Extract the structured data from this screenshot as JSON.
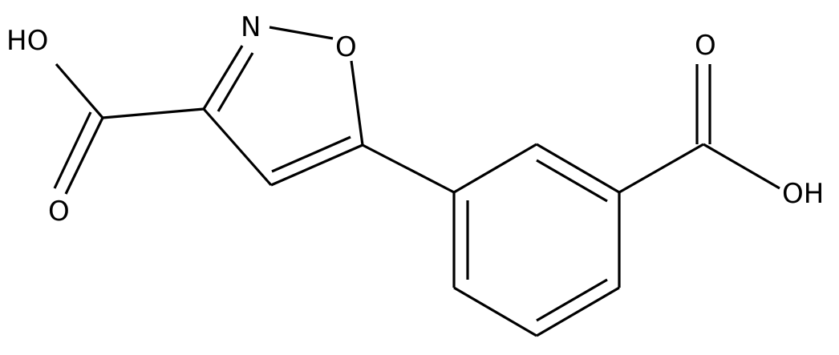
{
  "molecule": {
    "atoms": {
      "hydroxyl_left": "HO",
      "carbonyl_o_left": "O",
      "ring_nitrogen": "N",
      "ring_oxygen": "O",
      "carbonyl_o_right": "O",
      "hydroxyl_right": "OH"
    }
  },
  "colors": {
    "bond": "#000000",
    "label": "#000000",
    "background": "#ffffff"
  }
}
